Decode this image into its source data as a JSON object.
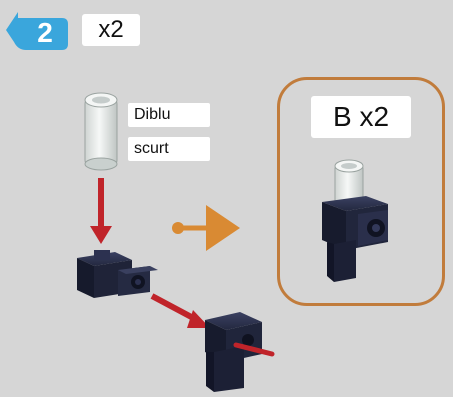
{
  "step": {
    "number": "2",
    "quantity": "x2",
    "badge_color": "#3aa6dc"
  },
  "part_label": {
    "line1": "Diblu",
    "line2": "scurt"
  },
  "result": {
    "label": "B x2",
    "frame_color": "#c17c3c"
  },
  "colors": {
    "background": "#d6d6d6",
    "arrow_red": "#c0242a",
    "arrow_orange": "#d98a33",
    "brick_dark": "#1e2236",
    "peg_clear": "#e8ecea"
  },
  "icons": [
    "step-badge-icon",
    "transparent-peg-icon",
    "angle-brick-icon",
    "red-axle-icon",
    "orange-arrow-icon"
  ]
}
